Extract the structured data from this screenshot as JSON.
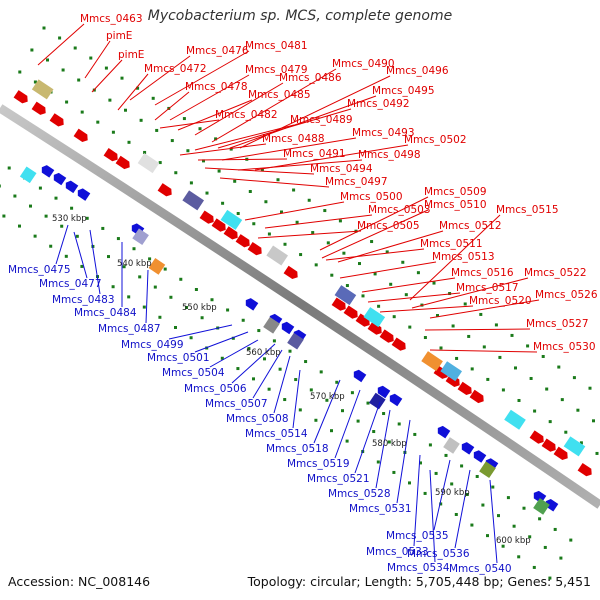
{
  "title": "Mycobacterium sp. MCS, complete genome",
  "accession": "Accession: NC_008146",
  "topology": "Topology: circular; Length: 5,705,448 bp; Genes: 5,451",
  "colors": {
    "forward": "#e00000",
    "reverse": "#1010d8",
    "backbone": "#8a8a8a",
    "tick": "#1a7a1a"
  },
  "ticks": [
    "530 kbp",
    "540 kbp",
    "550 kbp",
    "560 kbp",
    "570 kbp",
    "580 kbp",
    "590 kbp",
    "600 kbp"
  ],
  "top_labels": [
    "Mmcs_0463",
    "pimE",
    "pimE",
    "Mmcs_0476",
    "Mmcs_0481",
    "Mmcs_0472",
    "Mmcs_0479",
    "Mmcs_0478",
    "Mmcs_0486",
    "Mmcs_0485",
    "Mmcs_0482",
    "Mmcs_0490",
    "Mmcs_0496",
    "Mmcs_0495",
    "Mmcs_0492",
    "Mmcs_0489",
    "Mmcs_0493",
    "Mmcs_0488",
    "Mmcs_0491",
    "Mmcs_0502",
    "Mmcs_0494",
    "Mmcs_0498",
    "Mmcs_0497",
    "Mmcs_0509",
    "Mmcs_0500",
    "Mmcs_0510",
    "Mmcs_0503",
    "Mmcs_0515",
    "Mmcs_0505",
    "Mmcs_0512",
    "Mmcs_0511",
    "Mmcs_0513",
    "Mmcs_0516",
    "Mmcs_0522",
    "Mmcs_0517",
    "Mmcs_0526",
    "Mmcs_0520",
    "Mmcs_0527",
    "Mmcs_0530"
  ],
  "bottom_labels": [
    "Mmcs_0475",
    "Mmcs_0477",
    "Mmcs_0483",
    "Mmcs_0484",
    "Mmcs_0487",
    "Mmcs_0499",
    "Mmcs_0501",
    "Mmcs_0504",
    "Mmcs_0506",
    "Mmcs_0507",
    "Mmcs_0508",
    "Mmcs_0514",
    "Mmcs_0518",
    "Mmcs_0519",
    "Mmcs_0521",
    "Mmcs_0528",
    "Mmcs_0531",
    "Mmcs_0535",
    "Mmcs_0533",
    "Mmcs_0536",
    "Mmcs_0534",
    "Mmcs_0540"
  ]
}
